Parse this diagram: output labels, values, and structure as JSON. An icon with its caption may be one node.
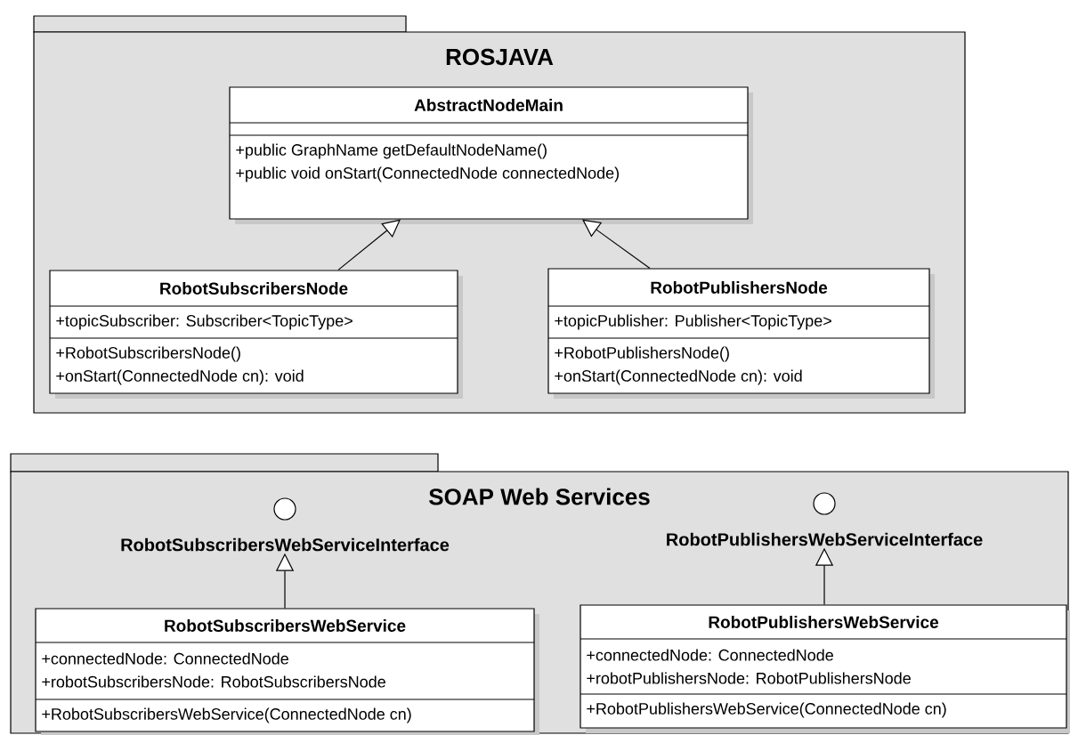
{
  "diagram": {
    "nodes": [
      {
        "text": [
          "ROSJAVA"
        ]
      },
      {
        "text": [
          "AbstractNodeMain",
          "+public GraphName getDefaultNodeName()",
          "+public void onStart(ConnectedNode connectedNode)"
        ],
        "in": 0
      },
      {
        "text": [
          "RobotSubscribersNode",
          "+topicSubscriber: Subscriber<TopicType>",
          "+RobotSubscribersNode()",
          "+onStart(ConnectedNode cn): void"
        ],
        "in": 0
      },
      {
        "text": [
          "RobotPublishersNode",
          "+topicPublisher: Publisher<TopicType>",
          "+RobotPublishersNode()",
          "+onStart(ConnectedNode cn): void"
        ],
        "in": 0
      },
      {
        "text": [
          "SOAP Web Services"
        ]
      },
      {
        "text": [
          "RobotSubscribersWebServiceInterface"
        ],
        "in": 4
      },
      {
        "text": [
          "RobotPublishersWebServiceInterface"
        ],
        "in": 4
      },
      {
        "text": [
          "RobotSubscribersWebService",
          "+connectedNode: ConnectedNode",
          "+robotSubscribersNode: RobotSubscribersNode",
          "+RobotSubscribersWebService(ConnectedNode cn)"
        ],
        "in": 4
      },
      {
        "text": [
          "RobotPublishersWebService",
          "+connectedNode: ConnectedNode",
          "+robotPublishersNode: RobotPublishersNode",
          "+RobotPublishersWebService(ConnectedNode cn)"
        ],
        "in": 4
      }
    ],
    "edges": [
      {
        "from": 2,
        "to": 1,
        "arrow": "to"
      },
      {
        "from": 3,
        "to": 1,
        "arrow": "to"
      },
      {
        "from": 7,
        "to": 5,
        "arrow": "to"
      },
      {
        "from": 8,
        "to": 6,
        "arrow": "to"
      }
    ]
  }
}
